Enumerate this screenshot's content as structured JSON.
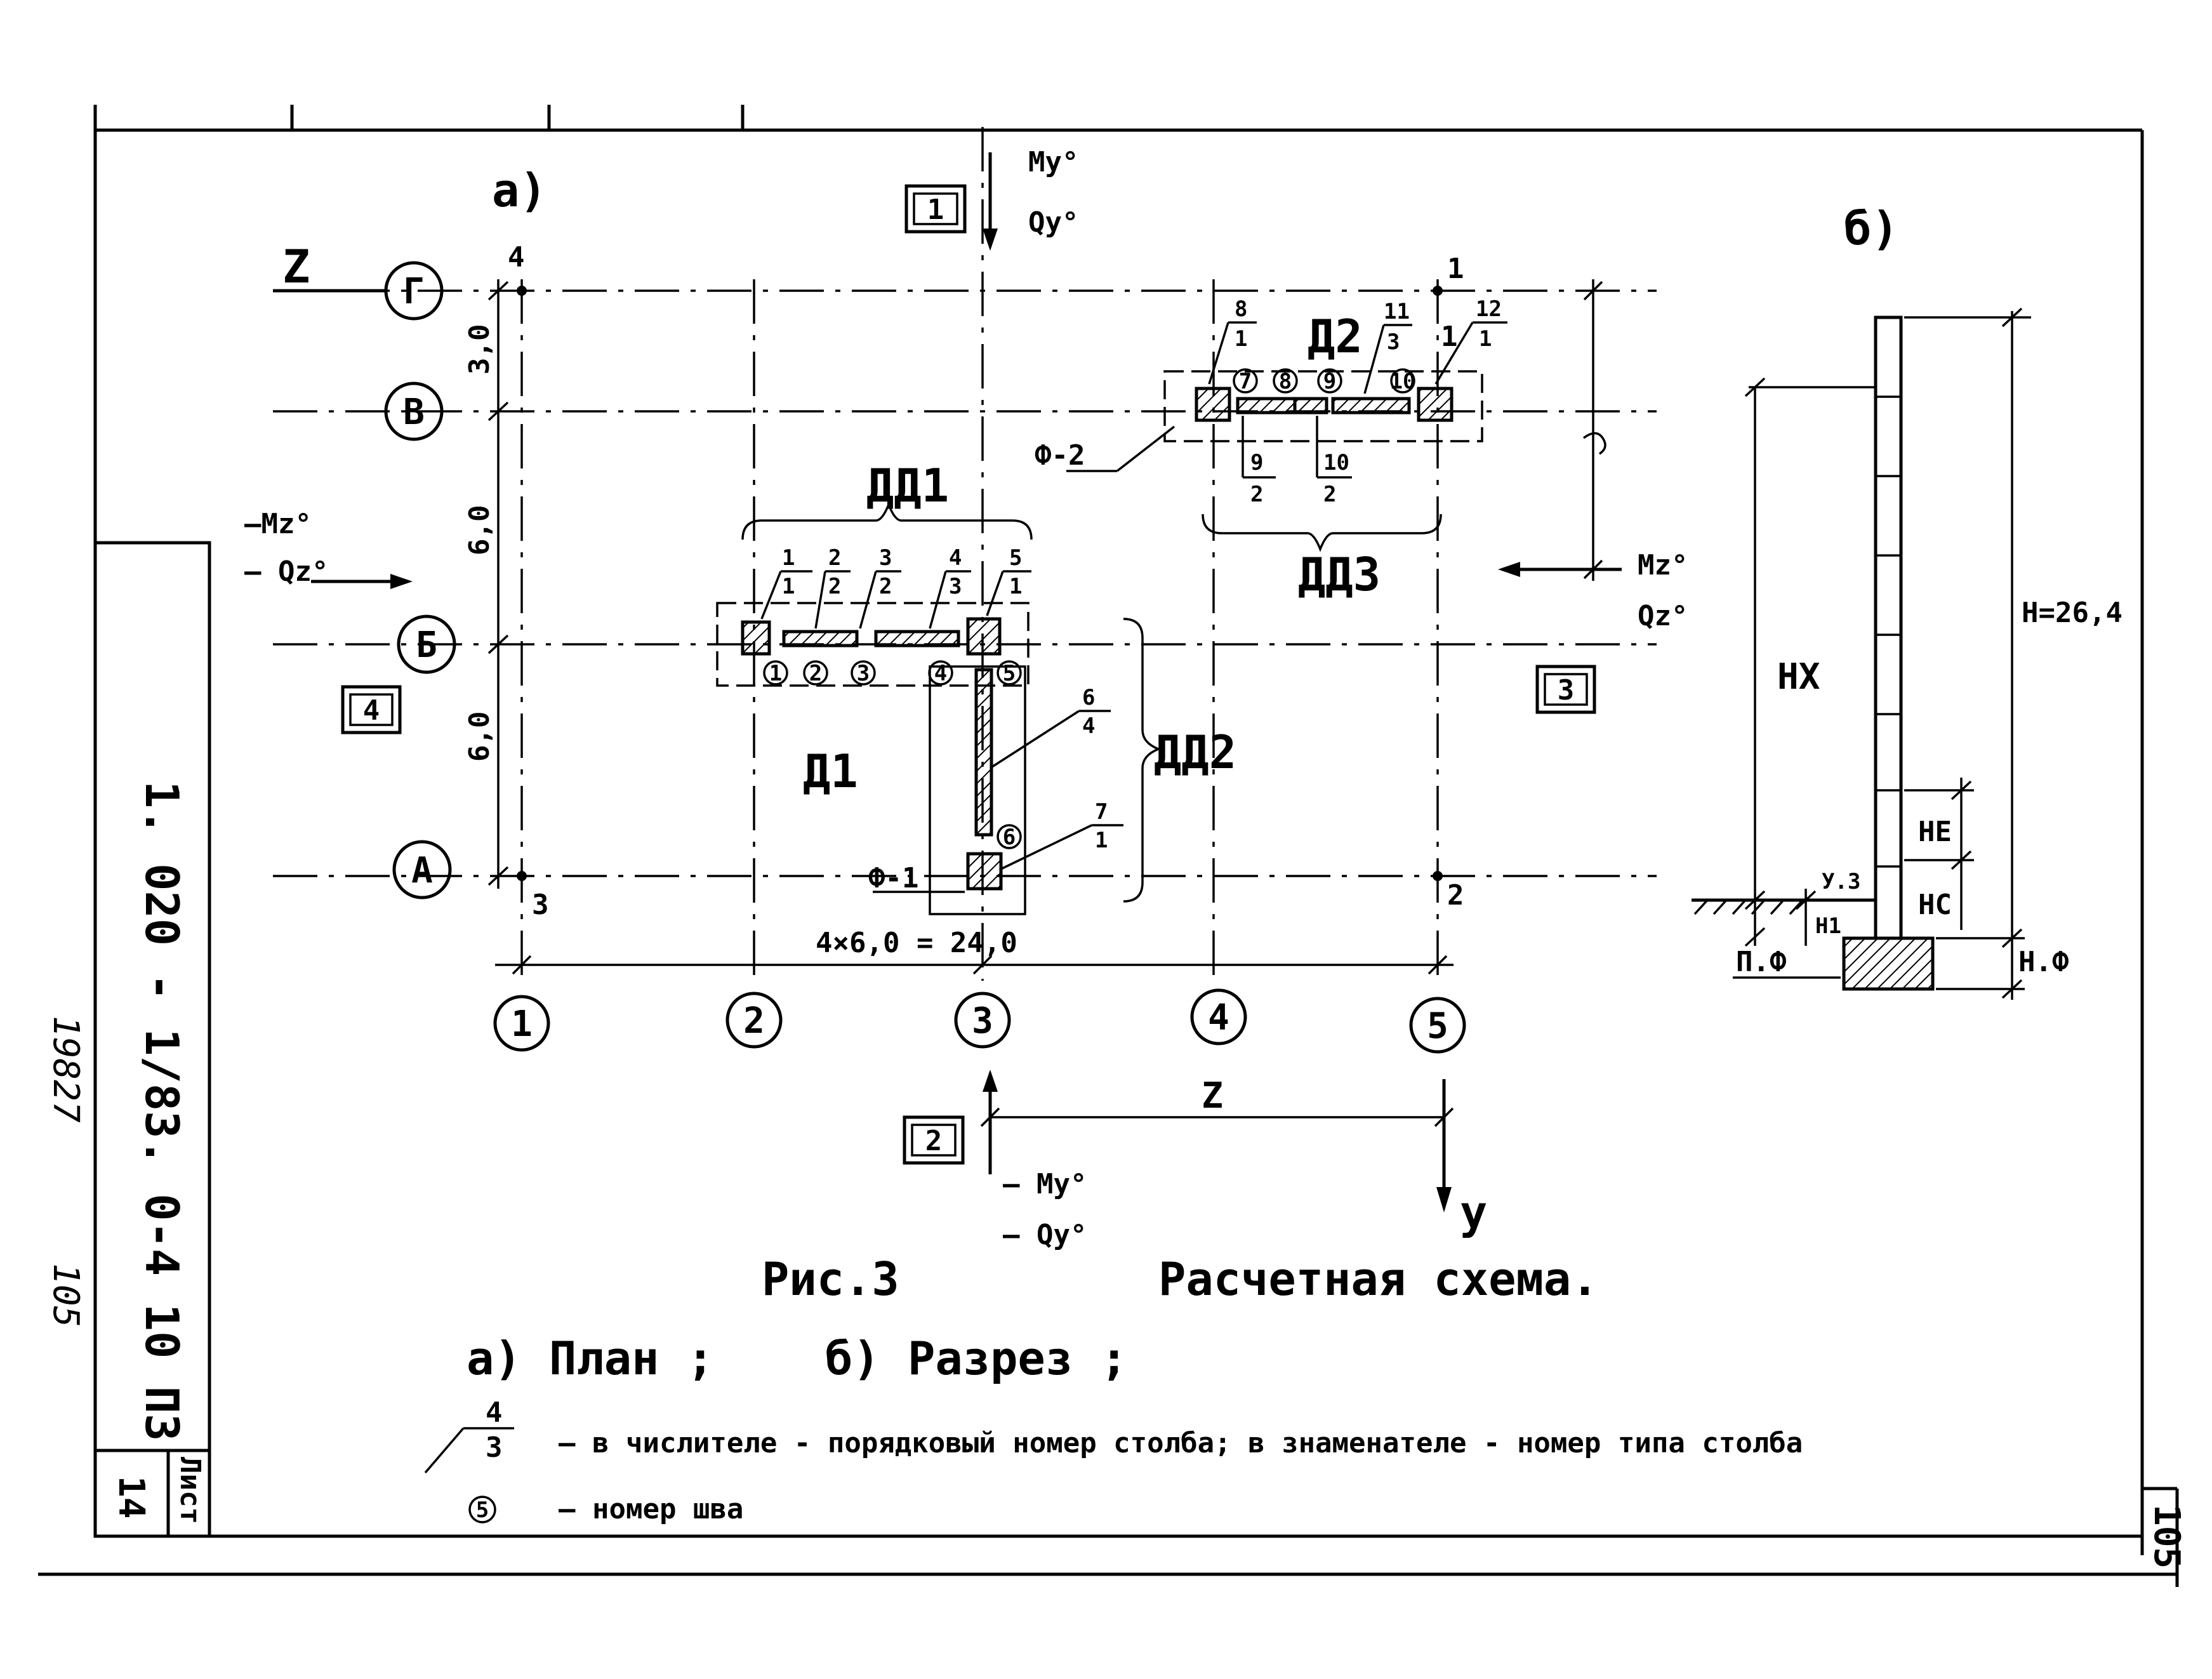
{
  "sheet": {
    "doc_code": "1. 020 - 1/83. 0-4 10 ПЗ",
    "inventory_no": "19827",
    "page_no_left": "105",
    "sheet_label": "Лист",
    "sheet_no": "14",
    "corner_no": "105"
  },
  "plan": {
    "letter": "а)",
    "axes_letters": [
      "Г",
      "В",
      "Б",
      "А"
    ],
    "axes_numbers": [
      "1",
      "2",
      "3",
      "4",
      "5"
    ],
    "dims_vertical": [
      "3,0",
      "6,0",
      "6,0"
    ],
    "dim_horizontal": "4×6,0 = 24,0",
    "corner_marks": [
      "4",
      "3",
      "1",
      "2"
    ],
    "z_axis_label": "Z",
    "z_dim_label": "Z",
    "y_axis_label": "y",
    "load_boxes": [
      "1",
      "2",
      "3",
      "4"
    ],
    "load_labels": {
      "top_m": "My°",
      "top_q": "Qy°",
      "bottom_m": "– My°",
      "bottom_q": "– Qy°",
      "left_m": "–Mz°",
      "left_q": "– Qz°",
      "right_m": "Mz°",
      "right_q": "Qz°"
    },
    "groups": [
      "ДД1",
      "ДД2",
      "ДД3"
    ],
    "walls": [
      "Д1",
      "Д2"
    ],
    "foundations": [
      "Ф-1",
      "Ф-2"
    ],
    "pillars": [
      {
        "num": "1",
        "type": "1"
      },
      {
        "num": "2",
        "type": "2"
      },
      {
        "num": "3",
        "type": "2"
      },
      {
        "num": "4",
        "type": "3"
      },
      {
        "num": "5",
        "type": "1"
      },
      {
        "num": "6",
        "type": "4"
      },
      {
        "num": "7",
        "type": "1"
      },
      {
        "num": "8",
        "type": "1"
      },
      {
        "num": "9",
        "type": "2"
      },
      {
        "num": "10",
        "type": "2"
      },
      {
        "num": "11",
        "type": "3"
      },
      {
        "num": "12",
        "type": "1"
      }
    ],
    "seams": [
      "1",
      "2",
      "3",
      "4",
      "5",
      "6",
      "7",
      "8",
      "9",
      "10"
    ],
    "d2_mark": "1"
  },
  "section": {
    "letter": "б)",
    "labels": [
      "НХ",
      "НЕ",
      "НС",
      "Н1",
      "Н=26,4",
      "Н.Ф",
      "П.Ф",
      "У.З"
    ]
  },
  "caption": {
    "fig": "Рис.3",
    "title": "Расчетная схема.",
    "plan_label": "а) План ;",
    "section_label": "б) Разрез ;",
    "legend_fraction_num": "4",
    "legend_fraction_den": "3",
    "legend_fraction_text": "– в числителе - порядковый номер столба; в знаменателе - номер типа столба",
    "legend_seam_symbol": "5",
    "legend_seam_text": "– номер шва"
  }
}
